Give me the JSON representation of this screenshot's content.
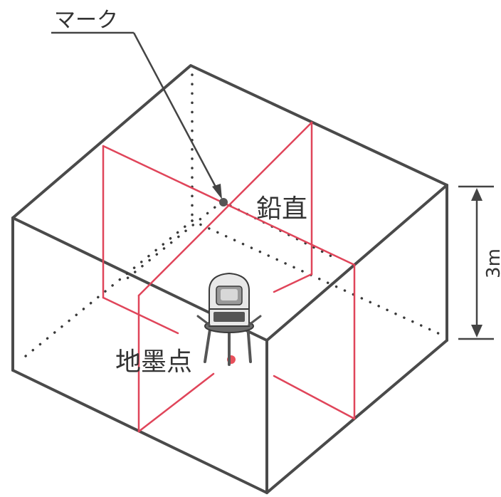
{
  "labels": {
    "mark": "マーク",
    "vertical": "鉛直",
    "ground_point": "地墨点",
    "height": "3m"
  },
  "colors": {
    "edge": "#4a4a4a",
    "laser": "#e0455a",
    "dot_line": "#3a3a3a",
    "mark_point": "#555555",
    "ground_point": "#e8505b",
    "text": "#333333"
  },
  "icons": {
    "instrument": "laser-level-icon"
  }
}
